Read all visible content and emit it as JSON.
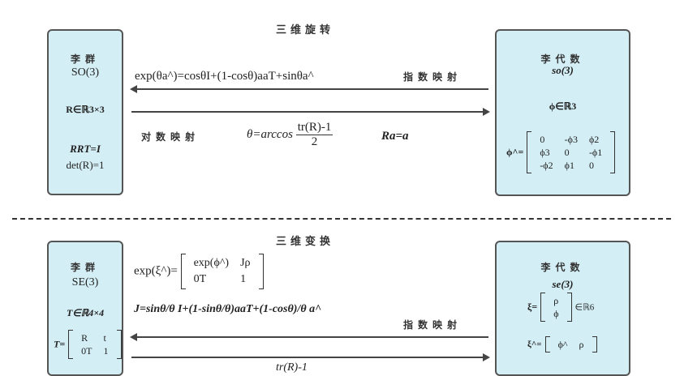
{
  "rotation": {
    "title": "三维旋转",
    "lie_group": {
      "label": "李群",
      "name": "SO(3)",
      "membership": "R∈ℝ3×3",
      "orthogonality": "RRT=I",
      "determinant": "det(R)=1"
    },
    "lie_algebra": {
      "label": "李代数",
      "name": "so(3)",
      "membership": "ϕ∈ℝ3",
      "hat_label": "ϕ^=",
      "hat_matrix": [
        [
          "0",
          "-ϕ3",
          "ϕ2"
        ],
        [
          "ϕ3",
          "0",
          "-ϕ1"
        ],
        [
          "-ϕ2",
          "ϕ1",
          "0"
        ]
      ]
    },
    "exp_label": "指数映射",
    "exp_formula": "exp(θa^)=cosθI+(1-cosθ)aaT+sinθa^",
    "log_label": "对数映射",
    "log_formula": {
      "lhs": "θ=arccos",
      "numerator": "tr(R)-1",
      "denominator": "2"
    },
    "axis_formula": "Ra=a"
  },
  "transform": {
    "title": "三维变换",
    "lie_group": {
      "label": "李群",
      "name": "SE(3)",
      "membership": "T∈ℝ4×4",
      "matrix_label": "T=",
      "matrix": [
        [
          "R",
          "t"
        ],
        [
          "0T",
          "1"
        ]
      ]
    },
    "lie_algebra": {
      "label": "李代数",
      "name": "se(3)",
      "vector_label": "ξ=",
      "vector": [
        "ρ",
        "ϕ"
      ],
      "membership": "∈ℝ6",
      "hat_label": "ξ^=",
      "hat_matrix": [
        [
          "ϕ^",
          "ρ"
        ]
      ]
    },
    "exp_formula": {
      "lhs": "exp(ξ^)=",
      "matrix": [
        [
          "exp(ϕ^)",
          "Jρ"
        ],
        [
          "0T",
          "1"
        ]
      ]
    },
    "jacobian_formula": "J=sinθ/θ I+(1-sinθ/θ)aaT+(1-cosθ)/θ a^",
    "exp_label": "指数映射",
    "log_partial": "tr(R)-1"
  }
}
